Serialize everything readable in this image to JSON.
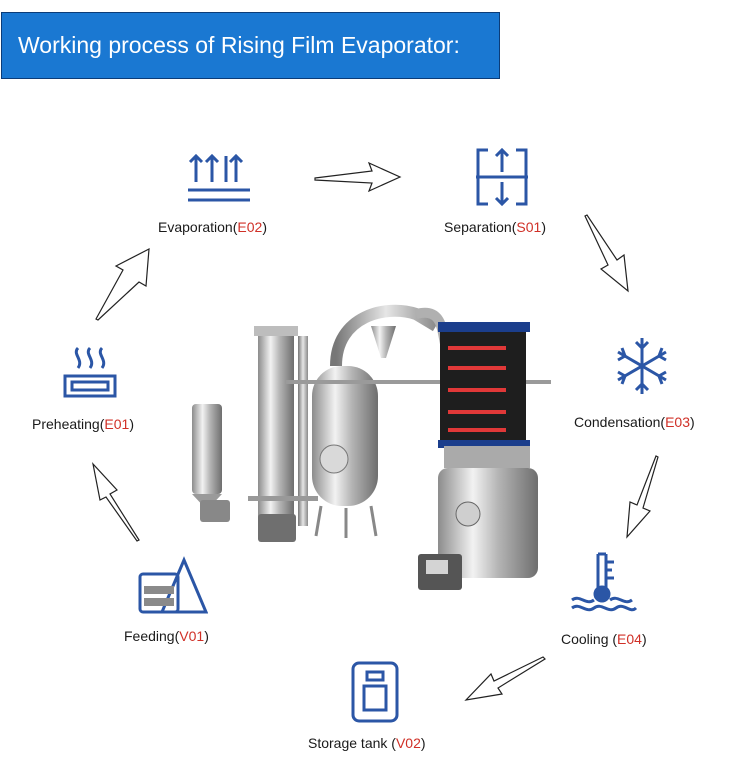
{
  "header": {
    "title": "Working process of Rising Film Evaporator:"
  },
  "colors": {
    "banner": "#1a78d2",
    "icon": "#2b56a6",
    "code": "#d03027",
    "text": "#1a1a1a"
  },
  "steps": [
    {
      "name": "Evaporation",
      "open": "(",
      "code": "E02",
      "close": ")",
      "icon": "evaporation-arrows-icon"
    },
    {
      "name": "Separation",
      "open": "(",
      "code": "S01",
      "close": ")",
      "icon": "separation-box-icon"
    },
    {
      "name": "Condensation",
      "open": "(",
      "code": "E03",
      "close": ")",
      "icon": "snowflake-icon"
    },
    {
      "name": "Cooling ",
      "open": "(",
      "code": "E04",
      "close": ")",
      "icon": "thermometer-water-icon"
    },
    {
      "name": "Storage tank ",
      "open": "(",
      "code": "V02",
      "close": ")",
      "icon": "storage-jar-icon"
    },
    {
      "name": "Feeding",
      "open": "(",
      "code": "V01",
      "close": ")",
      "icon": "feeding-tank-icon"
    },
    {
      "name": "Preheating",
      "open": "(",
      "code": "E01",
      "close": ")",
      "icon": "heating-tray-icon"
    }
  ]
}
